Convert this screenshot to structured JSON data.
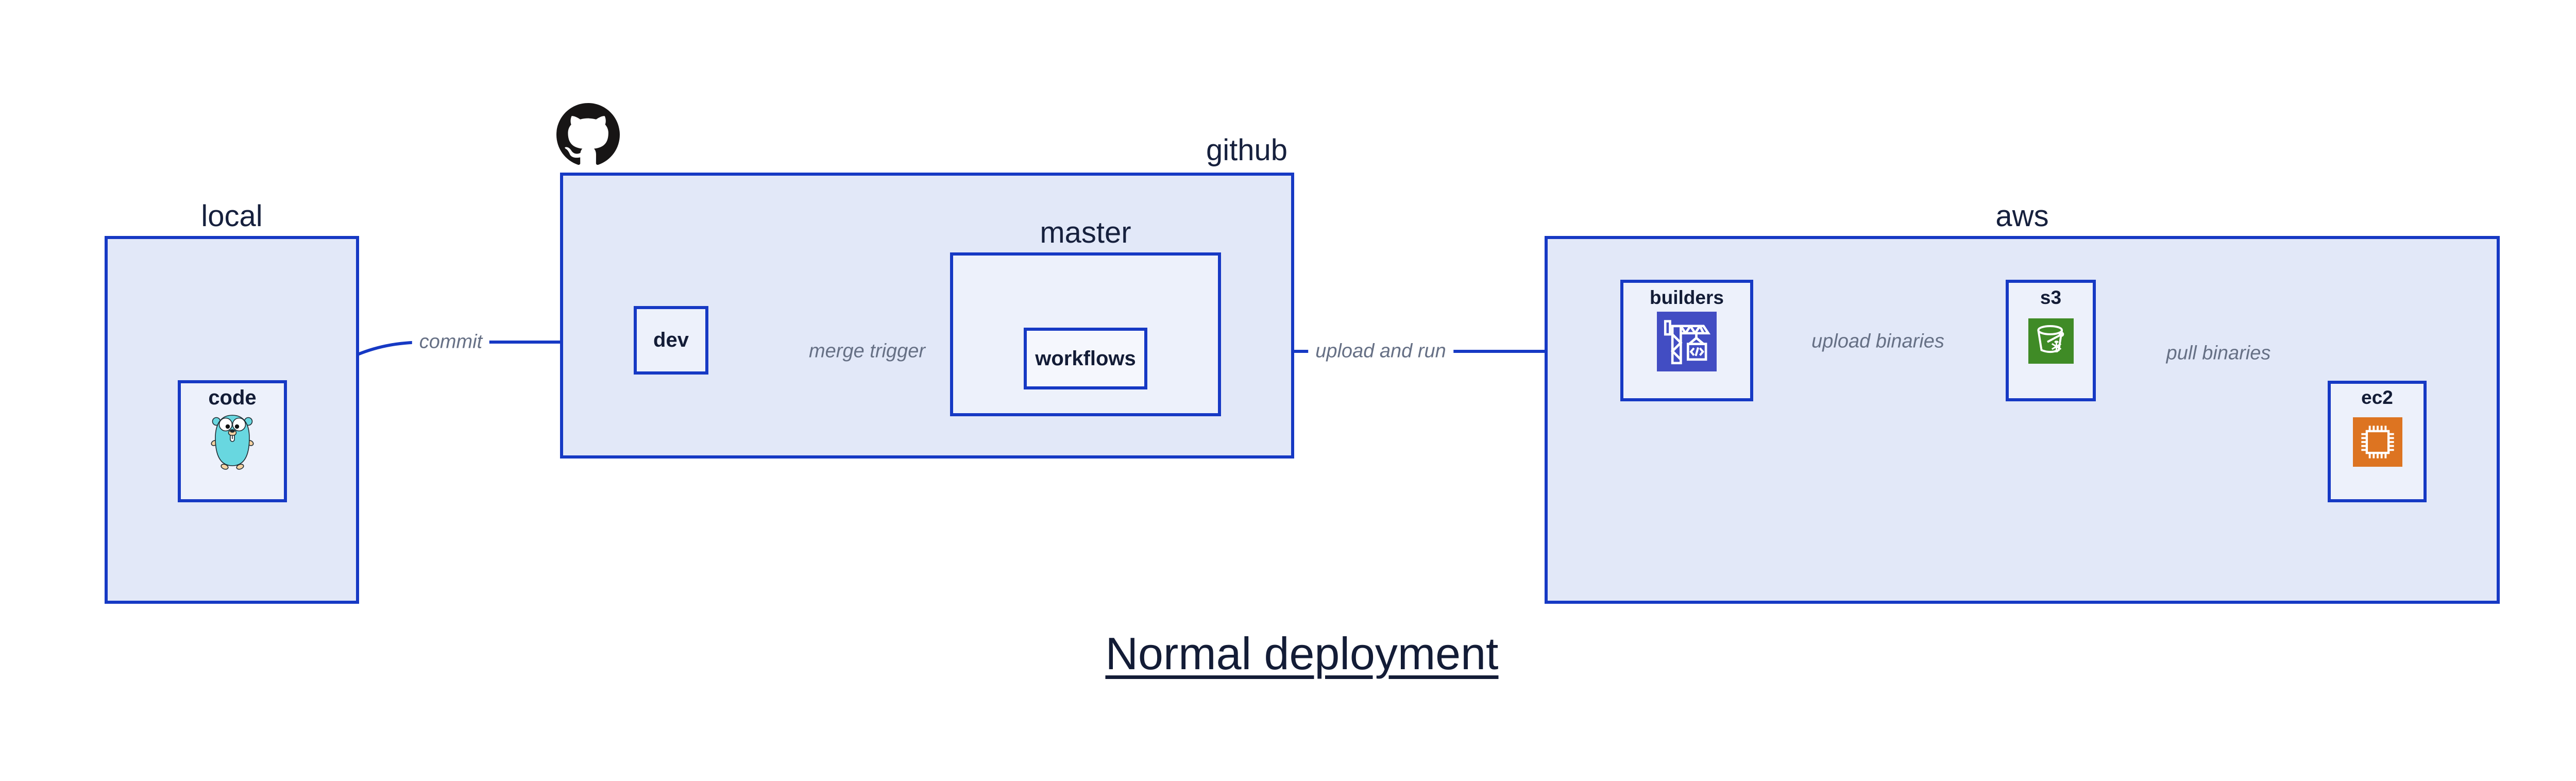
{
  "title": "Normal deployment",
  "containers": {
    "local": {
      "label": "local"
    },
    "github": {
      "label": "github"
    },
    "master": {
      "label": "master"
    },
    "aws": {
      "label": "aws"
    }
  },
  "nodes": {
    "code": {
      "label": "code",
      "icon": "go-gopher-icon"
    },
    "dev": {
      "label": "dev"
    },
    "workflows": {
      "label": "workflows"
    },
    "builders": {
      "label": "builders",
      "icon": "codebuild-crane-icon"
    },
    "s3": {
      "label": "s3",
      "icon": "s3-glacier-bucket-icon"
    },
    "ec2": {
      "label": "ec2",
      "icon": "ec2-chip-icon"
    }
  },
  "edges": [
    {
      "label": "commit",
      "from": "code",
      "to": "dev"
    },
    {
      "label": "merge trigger",
      "from": "dev",
      "to": "workflows"
    },
    {
      "label": "upload and run",
      "from": "workflows",
      "to": "builders"
    },
    {
      "label": "upload binaries",
      "from": "builders",
      "to": "s3"
    },
    {
      "label": "pull binaries",
      "from": "s3",
      "to": "ec2"
    }
  ],
  "icons": {
    "github_logo": "github-octocat-icon",
    "code": "go-gopher-icon",
    "builders": "codebuild-crane-icon",
    "s3": "s3-glacier-bucket-icon",
    "ec2": "ec2-chip-icon"
  },
  "colors": {
    "edge_and_border_blue": "#1639c4",
    "container_fill": "#e2e8f8",
    "node_fill": "#edf1fb",
    "inner_node_fill": "#f5f7fd",
    "edge_label_gray": "#667085",
    "text_dark": "#131c36",
    "codebuild_purple": "#424dc3",
    "s3_green": "#3f8b26",
    "ec2_orange": "#dd7421",
    "gopher_teal": "#68d7e0",
    "octocat_black": "#171515"
  }
}
